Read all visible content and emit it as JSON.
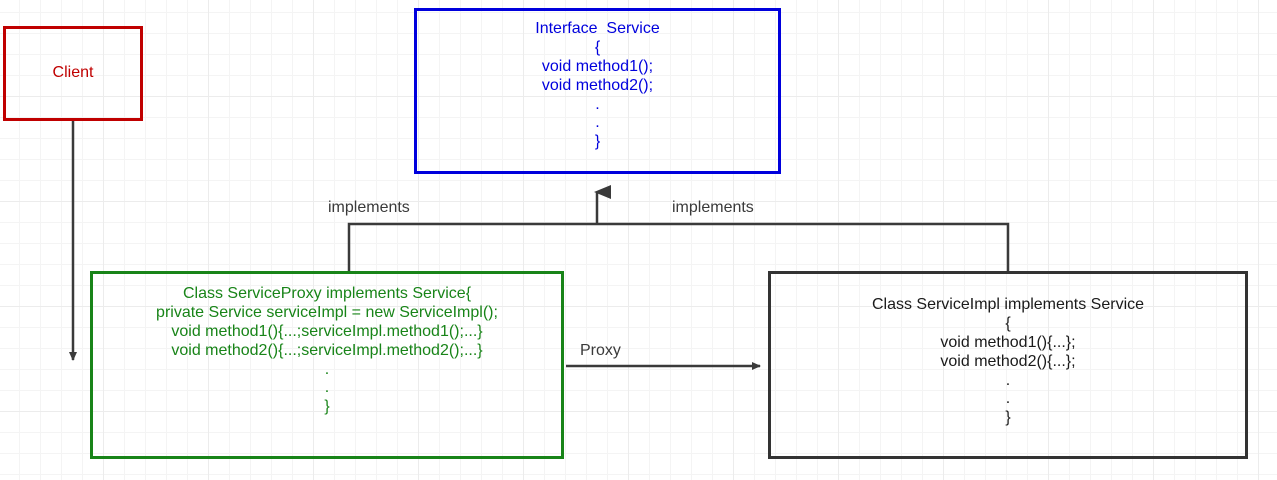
{
  "diagram": {
    "title": "Proxy Design Pattern Class Diagram",
    "background": "#ffffff",
    "grid": {
      "minor": "#f4f4f4",
      "major": "#ececec",
      "minor_size": 21,
      "major_size": 105
    }
  },
  "colors": {
    "client": "#c00000",
    "interface": "#0000dd",
    "proxy": "#188418",
    "impl": "#333333",
    "connector": "#3a3a3a"
  },
  "nodes": {
    "client": {
      "name": "Client",
      "lines": [
        "Client"
      ]
    },
    "interface": {
      "name": "Interface Service",
      "lines": [
        "Interface  Service",
        "{",
        "void method1();",
        "void method2();",
        ".",
        ".",
        "}"
      ]
    },
    "proxy": {
      "name": "ServiceProxy",
      "lines": [
        "Class ServiceProxy implements Service{",
        "private Service serviceImpl = new ServiceImpl();",
        "void method1(){...;serviceImpl.method1();...}",
        "void method2(){...;serviceImpl.method2();...}",
        ".",
        ".",
        "}"
      ]
    },
    "impl": {
      "name": "ServiceImpl",
      "lines": [
        "Class ServiceImpl implements Service",
        "{",
        "void method1(){...};",
        "void method2(){...};",
        ".",
        ".",
        "}"
      ]
    }
  },
  "edges": {
    "implements_left": "implements",
    "implements_right": "implements",
    "proxy_call": "Proxy"
  }
}
